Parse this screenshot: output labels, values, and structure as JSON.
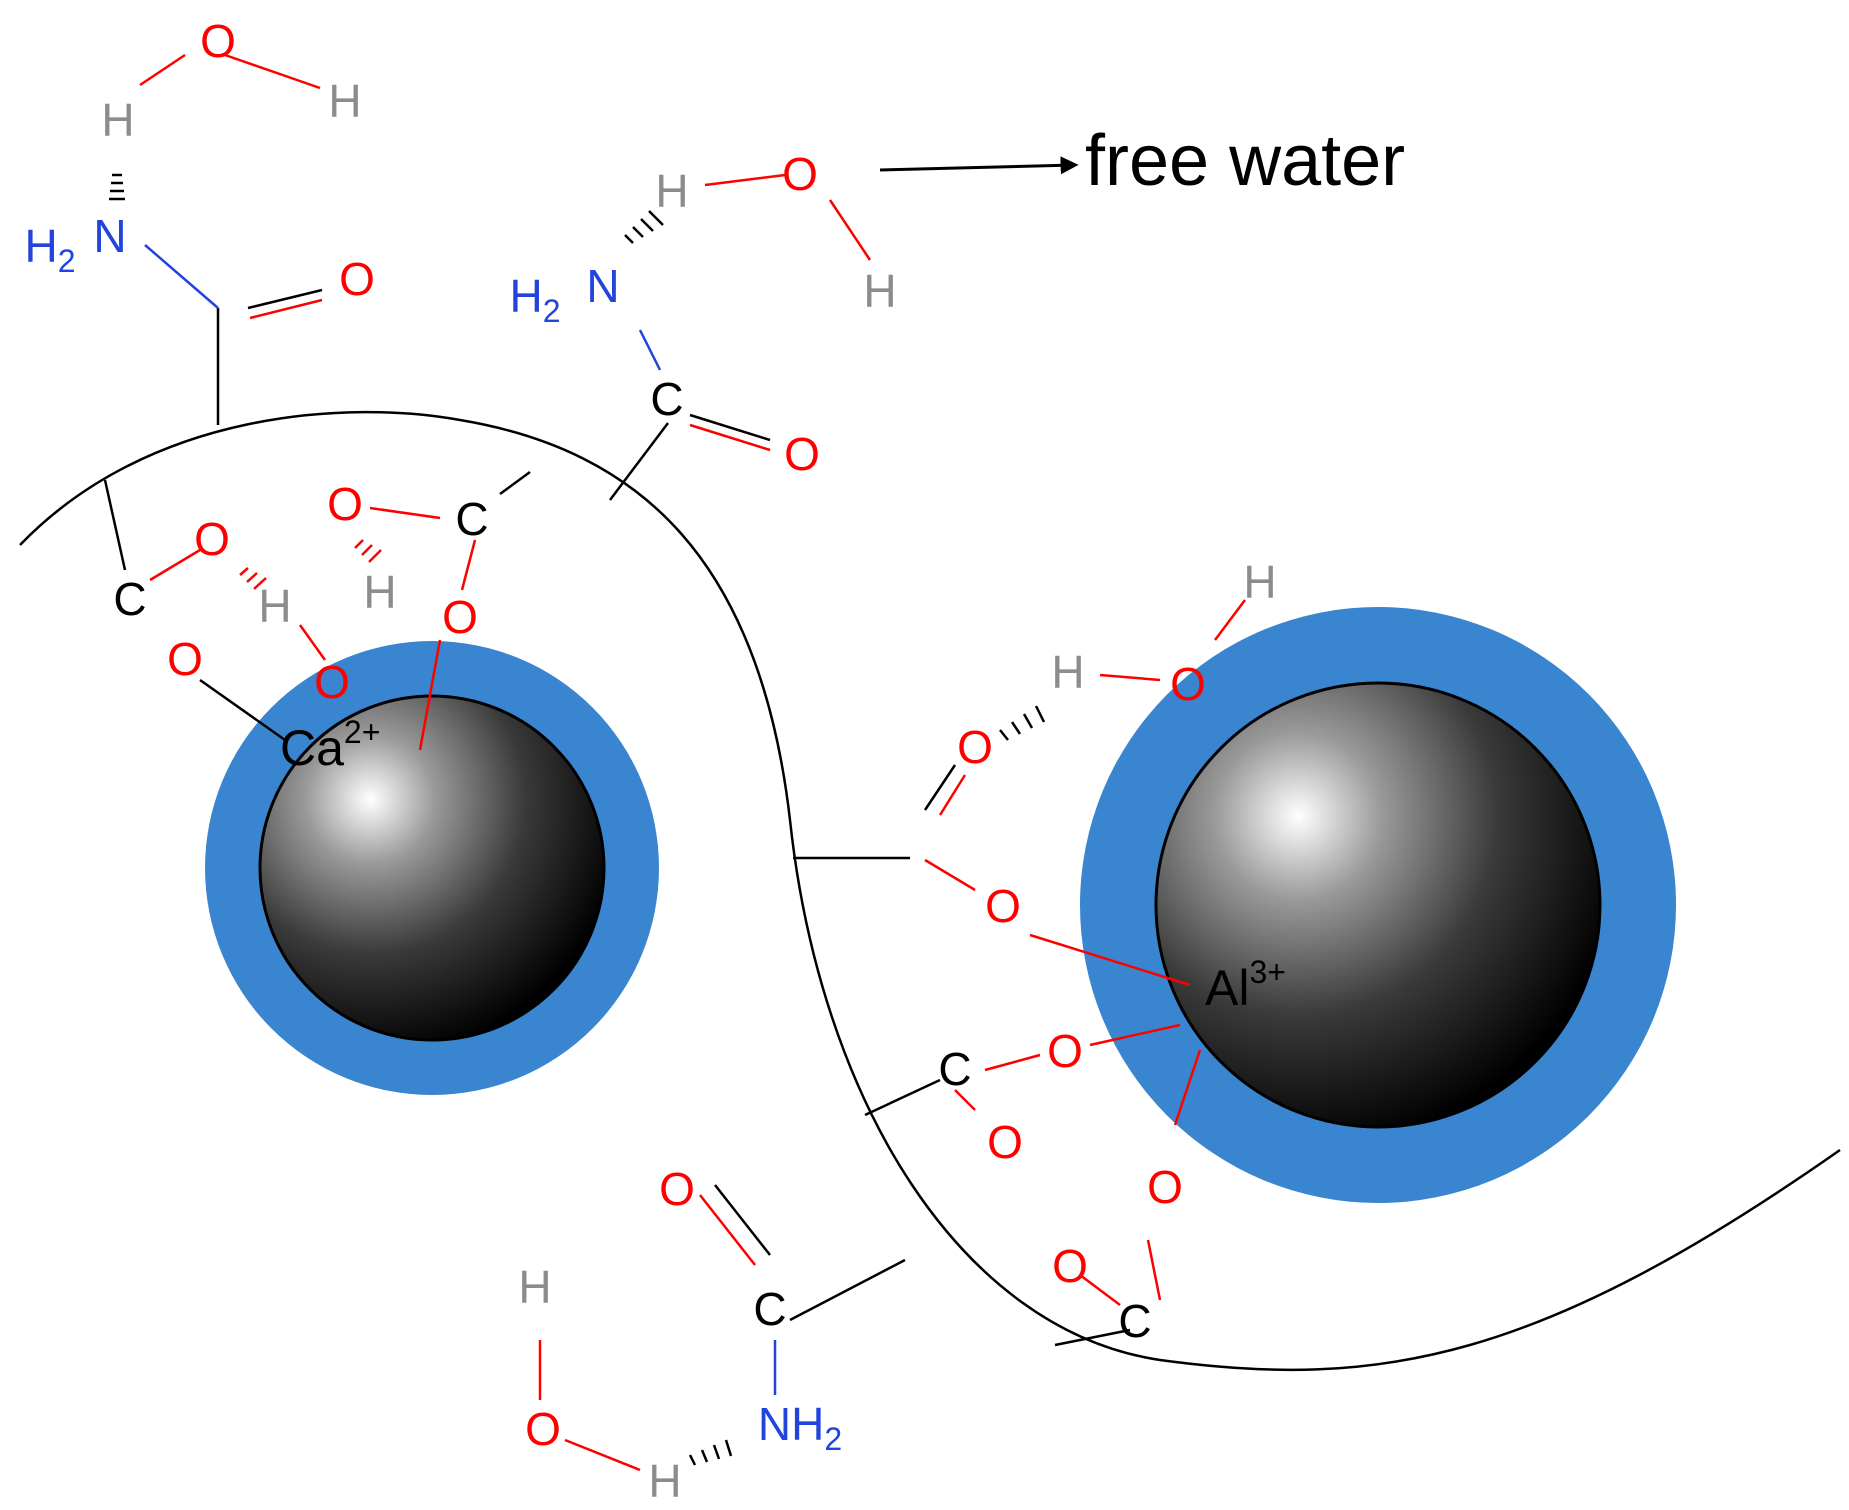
{
  "colors": {
    "oxygen": "#ff0000",
    "nitrogen": "#2244dd",
    "hydrogen": "#8c8c8c",
    "carbon": "#000000",
    "shell": "#3a85cf",
    "bond": "#000000"
  },
  "labels": {
    "free_water": "free water",
    "ca_ion": "Ca",
    "ca_charge": "2+",
    "al_ion": "Al",
    "al_charge": "3+",
    "O": "O",
    "H": "H",
    "C": "C",
    "N": "N",
    "NH2_main": "NH",
    "H2_main": "H",
    "two": "2"
  }
}
